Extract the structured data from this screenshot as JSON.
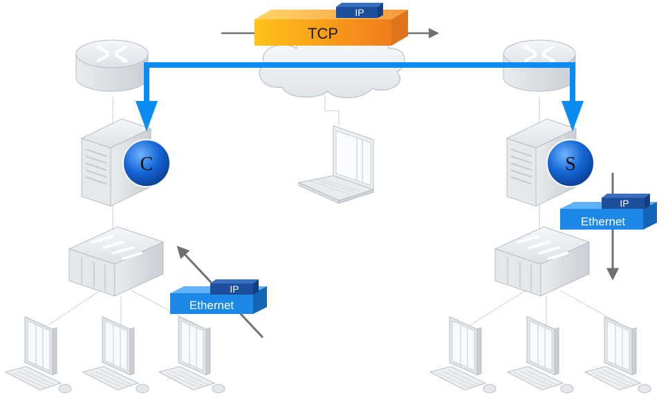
{
  "labels": {
    "tcp": "TCP",
    "ip_top": "IP",
    "client_marker": "C",
    "server_marker": "S",
    "left_packet": {
      "ip": "IP",
      "ethernet": "Ethernet"
    },
    "right_packet": {
      "ip": "IP",
      "ethernet": "Ethernet"
    }
  },
  "colors": {
    "tcp_gradient_start": "#ffc21a",
    "tcp_gradient_end": "#f07c1c",
    "ip_blue": "#1d4f9c",
    "ethernet_blue": "#1e88e8",
    "flow_arrow_blue": "#0a8cf2",
    "marker_blue": "#1566d6",
    "device_gray": "#d9dde2",
    "arrow_gray": "#707070"
  },
  "icons": [
    "router-icon",
    "cloud-icon",
    "laptop-icon",
    "server-icon",
    "switch-icon",
    "workstation-icon"
  ]
}
